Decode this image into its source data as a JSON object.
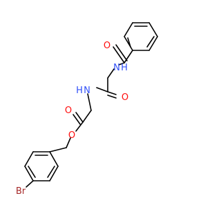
{
  "molecule": {
    "atoms": [
      {
        "id": "carbonyl_O_top",
        "label": "O",
        "color": "#ff0d0d"
      },
      {
        "id": "amide_N_top",
        "label": "N",
        "color": "#3050f8"
      },
      {
        "id": "amide_H_top",
        "label": "H",
        "color": "#3050f8"
      },
      {
        "id": "amide_N_mid",
        "label": "N",
        "color": "#3050f8"
      },
      {
        "id": "amide_H_mid",
        "label": "H",
        "color": "#3050f8"
      },
      {
        "id": "carbonyl_O_mid",
        "label": "O",
        "color": "#ff0d0d"
      },
      {
        "id": "ester_O_carbonyl",
        "label": "O",
        "color": "#ff0d0d"
      },
      {
        "id": "ester_O_link",
        "label": "O",
        "color": "#ff0d0d"
      },
      {
        "id": "bromine",
        "label": "Br",
        "color": "#a62929"
      }
    ],
    "bond_color": "#000000"
  }
}
